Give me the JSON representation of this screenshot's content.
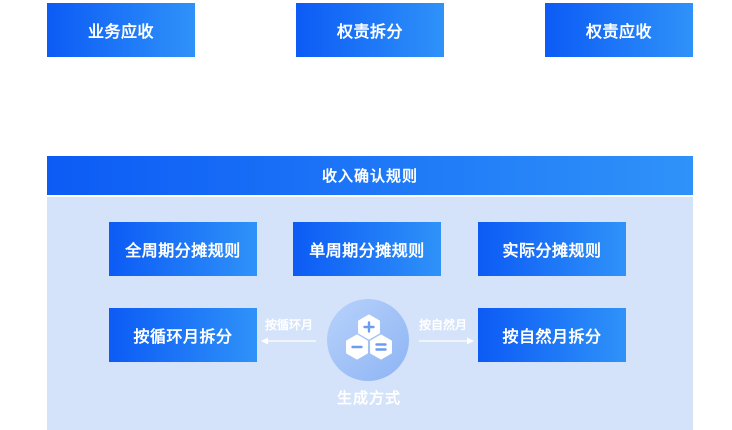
{
  "top_flow": [
    {
      "label": "业务应收"
    },
    {
      "label": "权责拆分"
    },
    {
      "label": "权责应收"
    }
  ],
  "rules": {
    "title": "收入确认规则",
    "allocation_rules": [
      {
        "label": "全周期分摊规则"
      },
      {
        "label": "单周期分摊规则"
      },
      {
        "label": "实际分摊规则"
      }
    ],
    "split_methods": {
      "left": {
        "label": "按循环月拆分",
        "arrow_label": "按循环月",
        "arrow_icon": "arrow-left-icon"
      },
      "right": {
        "label": "按自然月拆分",
        "arrow_label": "按自然月",
        "arrow_icon": "arrow-right-icon"
      }
    },
    "generation": {
      "label": "生成方式",
      "icon": "calculation-hexagons-icon",
      "sub_icons": [
        "plus-hexagon-icon",
        "minus-hexagon-icon",
        "equals-hexagon-icon"
      ]
    }
  },
  "colors": {
    "gradient_start": "#0c5bf5",
    "gradient_end": "#2f92f9",
    "panel_background": "#d5e3fa",
    "circle_light": "#b8d2fb",
    "circle_dark": "#8db4f4",
    "symbol": "#6b9cf2",
    "text": "#ffffff"
  }
}
